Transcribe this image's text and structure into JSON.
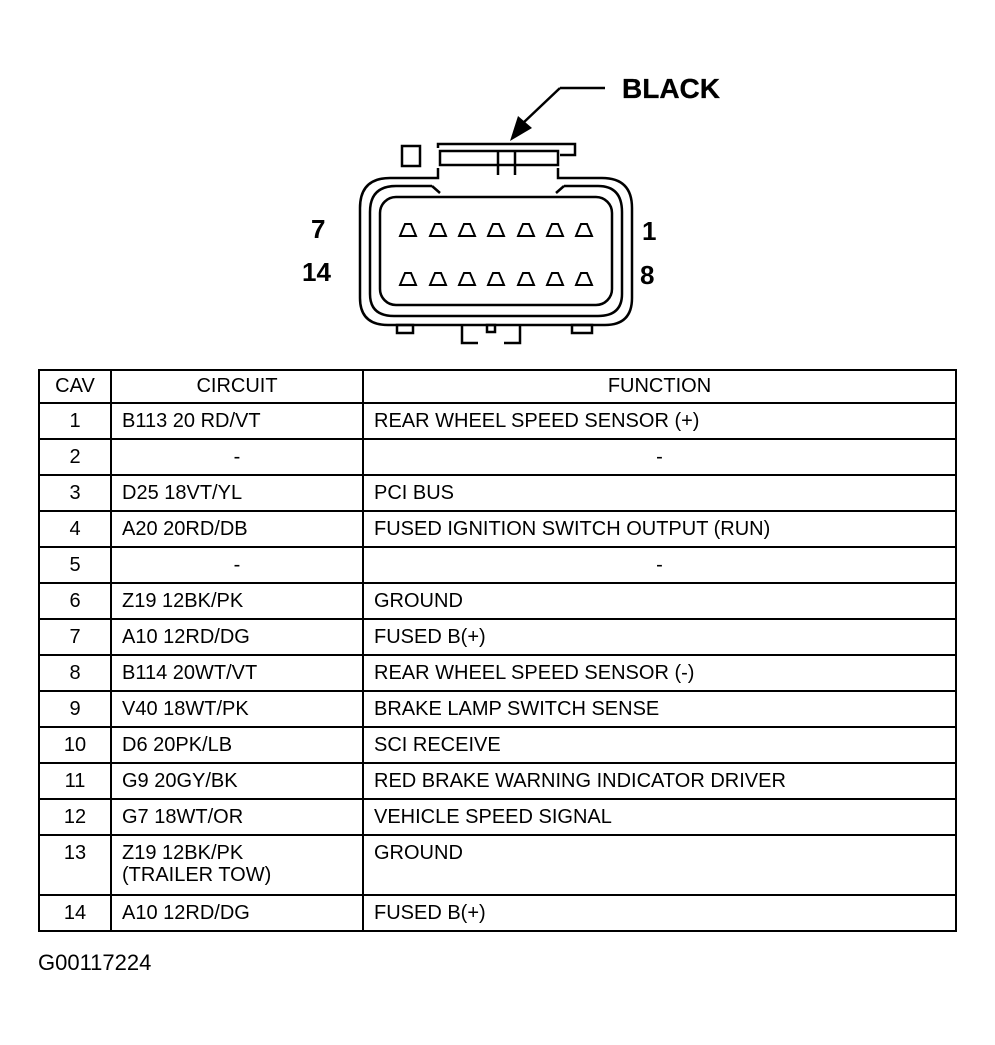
{
  "connector": {
    "color_label": "BLACK",
    "cavity_labels": {
      "top_left": "7",
      "top_right": "1",
      "bottom_left": "14",
      "bottom_right": "8"
    }
  },
  "table": {
    "headers": {
      "cav": "CAV",
      "circuit": "CIRCUIT",
      "function": "FUNCTION"
    },
    "rows": [
      {
        "cav": "1",
        "circuit": "B113 20 RD/VT",
        "circuit_line2": "",
        "function": "REAR WHEEL SPEED SENSOR (+)"
      },
      {
        "cav": "2",
        "circuit": "-",
        "circuit_line2": "",
        "function": "-"
      },
      {
        "cav": "3",
        "circuit": "D25 18VT/YL",
        "circuit_line2": "",
        "function": "PCI BUS"
      },
      {
        "cav": "4",
        "circuit": "A20 20RD/DB",
        "circuit_line2": "",
        "function": "FUSED IGNITION SWITCH OUTPUT (RUN)"
      },
      {
        "cav": "5",
        "circuit": "-",
        "circuit_line2": "",
        "function": "-"
      },
      {
        "cav": "6",
        "circuit": "Z19 12BK/PK",
        "circuit_line2": "",
        "function": "GROUND"
      },
      {
        "cav": "7",
        "circuit": "A10 12RD/DG",
        "circuit_line2": "",
        "function": "FUSED B(+)"
      },
      {
        "cav": "8",
        "circuit": "B114 20WT/VT",
        "circuit_line2": "",
        "function": "REAR WHEEL SPEED SENSOR (-)"
      },
      {
        "cav": "9",
        "circuit": "V40 18WT/PK",
        "circuit_line2": "",
        "function": "BRAKE LAMP SWITCH SENSE"
      },
      {
        "cav": "10",
        "circuit": "D6 20PK/LB",
        "circuit_line2": "",
        "function": "SCI RECEIVE"
      },
      {
        "cav": "11",
        "circuit": "G9 20GY/BK",
        "circuit_line2": "",
        "function": "RED BRAKE WARNING INDICATOR DRIVER"
      },
      {
        "cav": "12",
        "circuit": "G7 18WT/OR",
        "circuit_line2": "",
        "function": "VEHICLE SPEED SIGNAL"
      },
      {
        "cav": "13",
        "circuit": "Z19 12BK/PK",
        "circuit_line2": "(TRAILER TOW)",
        "function": "GROUND"
      },
      {
        "cav": "14",
        "circuit": "A10 12RD/DG",
        "circuit_line2": "",
        "function": "FUSED B(+)"
      }
    ]
  },
  "figure_id": "G00117224"
}
